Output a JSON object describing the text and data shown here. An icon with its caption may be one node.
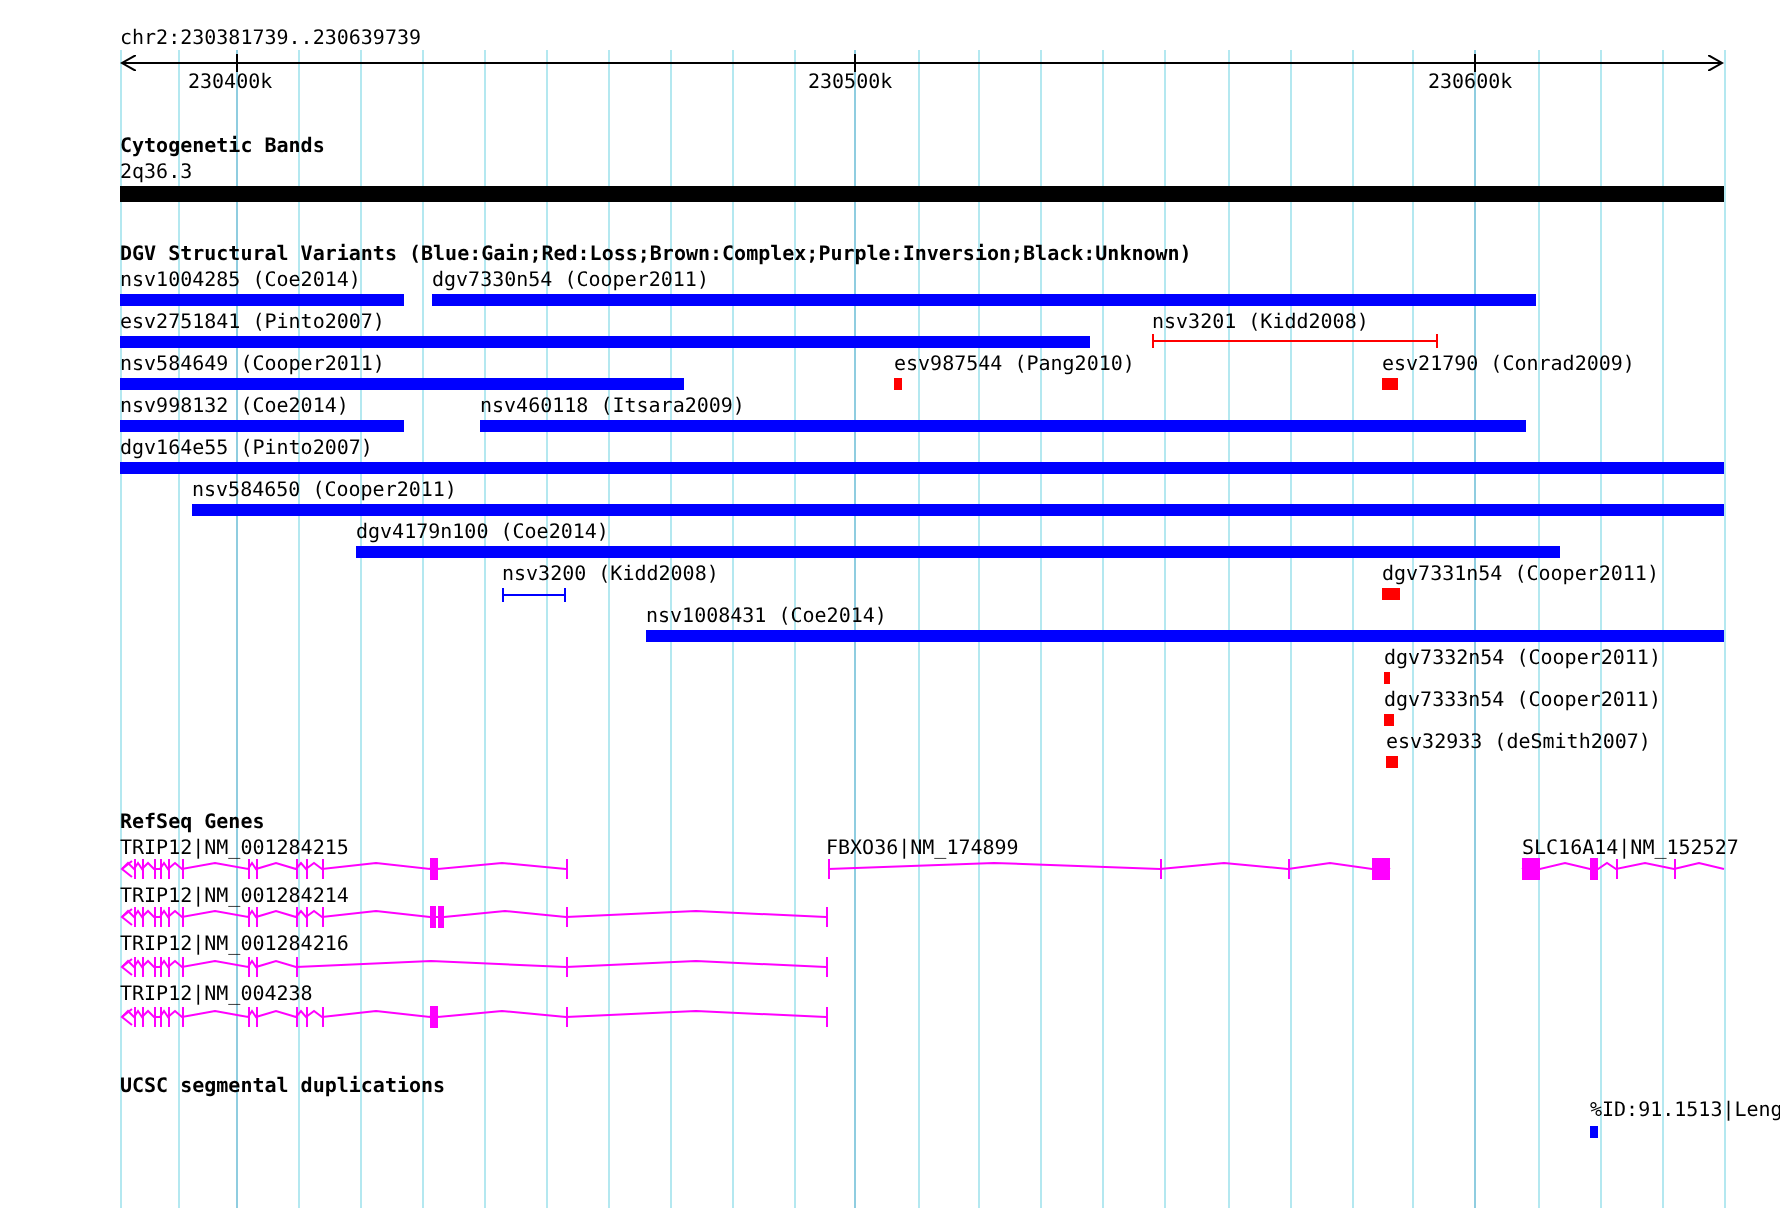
{
  "diagram": {
    "labels": [
      "chr2:230381739..230639739",
      "230400k",
      "230500k",
      "230600k",
      "Cytogenetic Bands",
      "2q36.3",
      "DGV Structural Variants (Blue:Gain;Red:Loss;Brown:Complex;Purple:Inversion;Black:Unknown)",
      "nsv1004285 (Coe2014)",
      "dgv7330n54 (Cooper2011)",
      "esv2751841 (Pinto2007)",
      "nsv3201 (Kidd2008)",
      "nsv584649 (Cooper2011)",
      "esv987544 (Pang2010)",
      "esv21790 (Conrad2009)",
      "nsv998132 (Coe2014)",
      "nsv460118 (Itsara2009)",
      "dgv164e55 (Pinto2007)",
      "nsv584650 (Cooper2011)",
      "dgv4179n100 (Coe2014)",
      "nsv3200 (Kidd2008)",
      "dgv7331n54 (Cooper2011)",
      "nsv1008431 (Coe2014)",
      "dgv7332n54 (Cooper2011)",
      "dgv7333n54 (Cooper2011)",
      "esv32933 (deSmith2007)",
      "RefSeq Genes",
      "TRIP12|NM_001284215",
      "FBXO36|NM_174899",
      "SLC16A14|NM_152527",
      "TRIP12|NM_001284214",
      "TRIP12|NM_001284216",
      "TRIP12|NM_004238",
      "UCSC segmental duplications",
      "%ID:91.1513|Leng"
    ]
  }
}
